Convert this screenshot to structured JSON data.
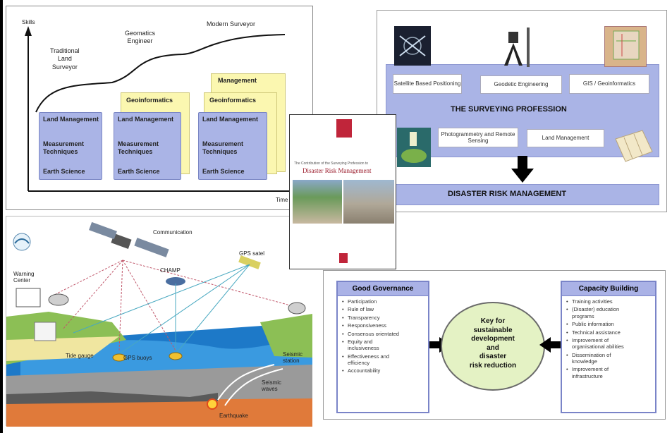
{
  "evolution_panel": {
    "axis_y_label": "Skills",
    "axis_x_label": "Time",
    "stage_labels": [
      {
        "line1": "Traditional",
        "line2": "Land",
        "line3": "Surveyor"
      },
      {
        "line1": "Geomatics",
        "line2": "Engineer"
      },
      {
        "line1": "Modern Surveyor"
      }
    ],
    "stack1": {
      "items": [
        "Land Management",
        "Measurement Techniques",
        "Earth Science"
      ]
    },
    "stack2": {
      "top": "Geoinformatics",
      "items": [
        "Land Management",
        "Measurement Techniques",
        "Earth Science"
      ]
    },
    "stack3": {
      "top2": "Management",
      "top": "Geoinformatics",
      "items": [
        "Land Management",
        "Measurement Techniques",
        "Earth Science"
      ]
    }
  },
  "profession_panel": {
    "top_boxes": [
      "Satellite Based Positioning",
      "Geodetic Engineering",
      "GIS / Geoinformatics"
    ],
    "title": "THE SURVEYING PROFESSION",
    "mid_boxes": [
      "Photogrammetry and Remote Sensing",
      "Land Management"
    ],
    "bottom_title": "DISASTER RISK MANAGEMENT"
  },
  "book_cover": {
    "subtitle": "The Contribution of the Surveying Profession to",
    "title": "Disaster Risk Management"
  },
  "tsunami_panel": {
    "labels": {
      "communication": "Communication",
      "gps_satellite": "GPS satel",
      "champ": "CHAMP",
      "warning_center": "Warning Center",
      "tide_gauge": "Tide gauge",
      "gps_buoys": "GPS buoys",
      "seismic_station": "Seismic station",
      "seismic_waves": "Seismic waves",
      "earthquake": "Earthquake"
    }
  },
  "governance_panel": {
    "good_governance": {
      "header": "Good Governance",
      "items": [
        "Participation",
        "Rule of law",
        "Transparency",
        "Responsiveness",
        "Consensus orientated",
        "Equity and inclusiveness",
        "Effectiveness and efficiency",
        "Accountability"
      ]
    },
    "center": {
      "line1": "Key for",
      "line2": "sustainable",
      "line3": "development",
      "line4": "and",
      "line5": "disaster",
      "line6": "risk reduction"
    },
    "capacity_building": {
      "header": "Capacity Building",
      "items": [
        "Training activities",
        "(Disaster) education programs",
        "Public information",
        "Technical assistance",
        "Improvement of organisational abilities",
        "Dissemination of knowledge",
        "Improvement of infrastructure"
      ]
    }
  }
}
